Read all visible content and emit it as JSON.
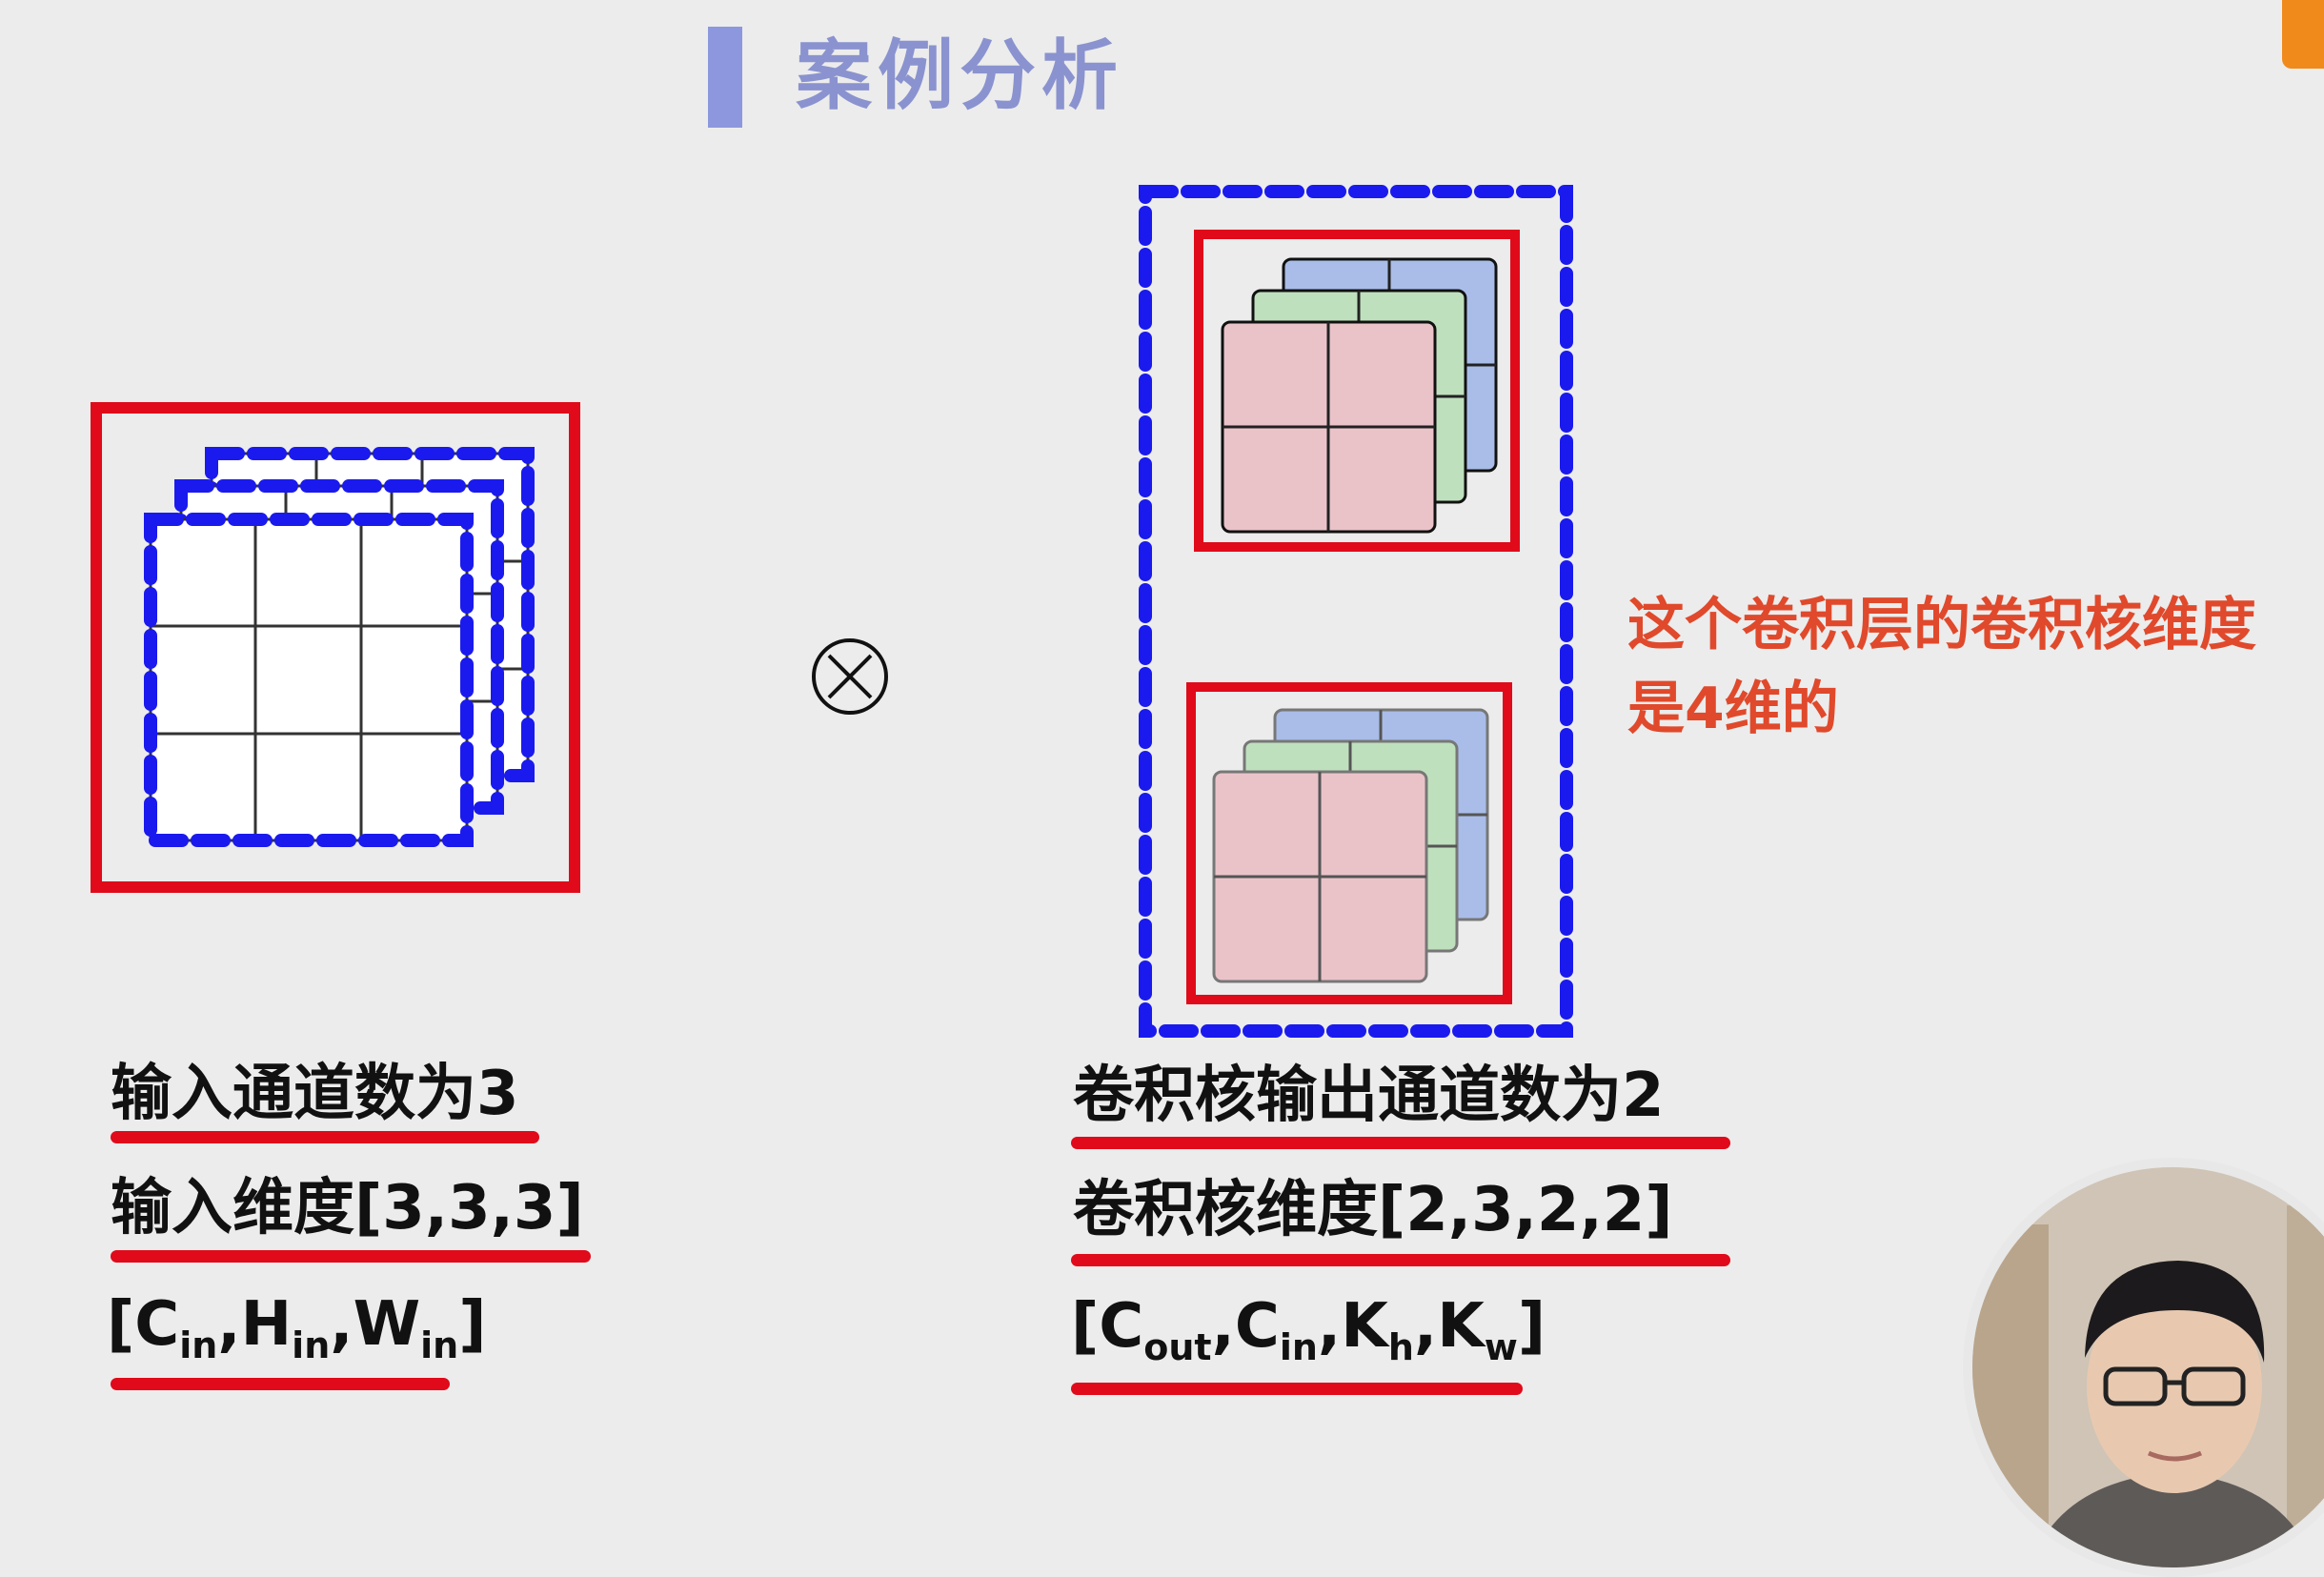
{
  "header": {
    "title": "案例分析"
  },
  "diagram": {
    "operator_symbol": "⊗",
    "annotation": [
      "这个卷积层的卷积核维度",
      "是4维的"
    ],
    "input": {
      "channels_label": "输入通道数为3",
      "dims_label": "输入维度[3,3,3]",
      "shape_parts": [
        {
          "base": "C",
          "sub": "in"
        },
        {
          "base": "H",
          "sub": "in"
        },
        {
          "base": "W",
          "sub": "in"
        }
      ]
    },
    "kernel": {
      "channels_label": "卷积核输出通道数为2",
      "dims_label": "卷积核维度[2,3,2,2]",
      "shape_parts": [
        {
          "base": "C",
          "sub": "out"
        },
        {
          "base": "C",
          "sub": "in"
        },
        {
          "base": "K",
          "sub": "h"
        },
        {
          "base": "K",
          "sub": "w"
        }
      ]
    }
  },
  "colors": {
    "frame_red": "#e00a1a",
    "dash_blue": "#1a1aee",
    "slice_blue": "#a9bde8",
    "slice_green": "#bfe0bd",
    "slice_pink": "#eac3c9",
    "title": "#8a93cf",
    "annotation": "#e0492b"
  },
  "icons": {
    "presenter": "presenter-avatar",
    "logo": "logo-mark"
  }
}
